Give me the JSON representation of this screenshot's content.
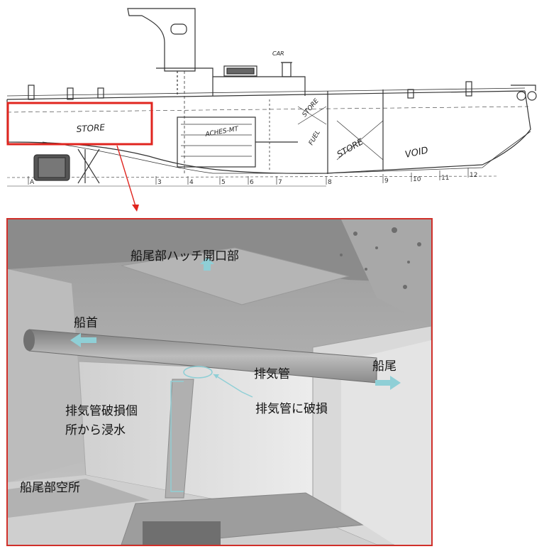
{
  "drawing": {
    "labels": {
      "store_aft": "STORE",
      "engine": "ACHES-MT",
      "store_mid": "STORE",
      "store_fwd": "STORE",
      "void": "VOID",
      "car": "CAR",
      "fuel": "FUEL"
    },
    "frame_numbers": [
      "A",
      "3",
      "4",
      "5",
      "6",
      "7",
      "8",
      "9",
      "10",
      "11",
      "12"
    ],
    "highlight_color": "#e0251f"
  },
  "photo": {
    "labels": {
      "hatch_opening": "船尾部ハッチ開口部",
      "bow": "船首",
      "exhaust_pipe": "排気管",
      "stern": "船尾",
      "exhaust_damage": "排気管に破損",
      "flooding_line1": "排気管破損個",
      "flooding_line2": "所から浸水",
      "stern_void": "船尾部空所"
    },
    "arrow_color": "#8fcfd6"
  }
}
